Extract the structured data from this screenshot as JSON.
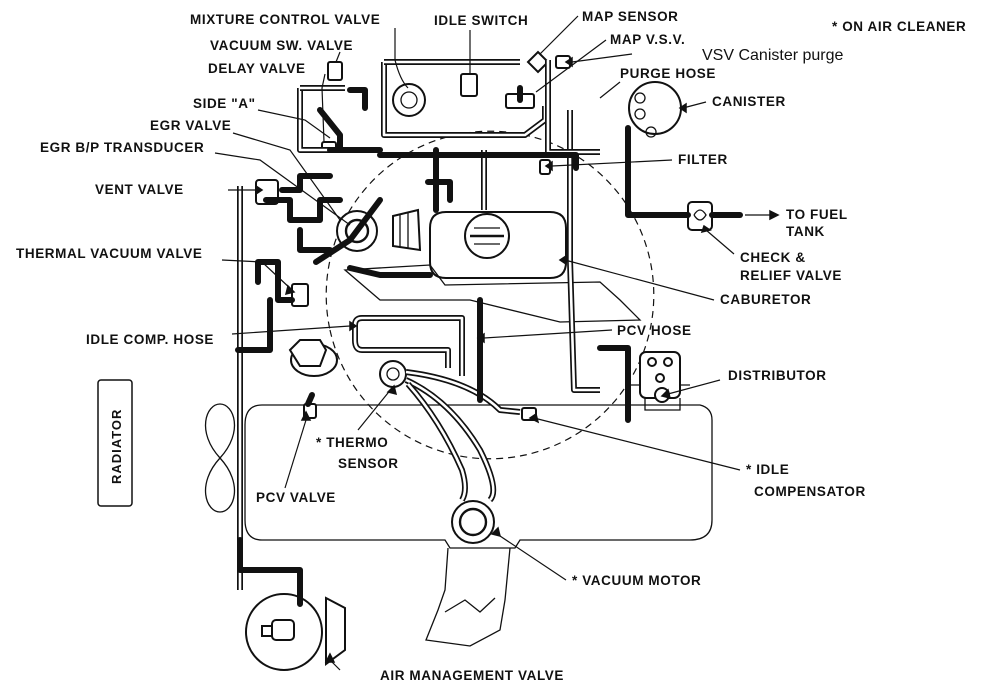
{
  "labels": {
    "mixture_control_valve": "MIXTURE CONTROL VALVE",
    "vacuum_sw_valve": "VACUUM SW. VALVE",
    "delay_valve": "DELAY VALVE",
    "side_a": "SIDE \"A\"",
    "egr_valve": "EGR VALVE",
    "egr_bp_transducer": "EGR B/P TRANSDUCER",
    "vent_valve": "VENT VALVE",
    "thermal_vacuum_valve": "THERMAL VACUUM VALVE",
    "idle_comp_hose": "IDLE COMP. HOSE",
    "radiator": "RADIATOR",
    "thermo_sensor_line1": "* THERMO",
    "thermo_sensor_line2": "SENSOR",
    "pcv_valve": "PCV VALVE",
    "idle_switch": "IDLE SWITCH",
    "map_sensor": "MAP SENSOR",
    "map_vsv": "MAP V.S.V.",
    "vsv_canister_purge": "VSV Canister purge",
    "on_air_cleaner": "* ON AIR CLEANER",
    "purge_hose": "PURGE HOSE",
    "canister": "CANISTER",
    "filter": "FILTER",
    "to_fuel_tank_line1": "TO FUEL",
    "to_fuel_tank_line2": "TANK",
    "check_relief_line1": "CHECK &",
    "check_relief_line2": "RELIEF VALVE",
    "caburetor": "CABURETOR",
    "pcv_hose": "PCV HOSE",
    "distributor": "DISTRIBUTOR",
    "idle_compensator_line1": "* IDLE",
    "idle_compensator_line2": "COMPENSATOR",
    "vacuum_motor": "* VACUUM MOTOR",
    "air_management_valve": "AIR MANAGEMENT VALVE"
  }
}
